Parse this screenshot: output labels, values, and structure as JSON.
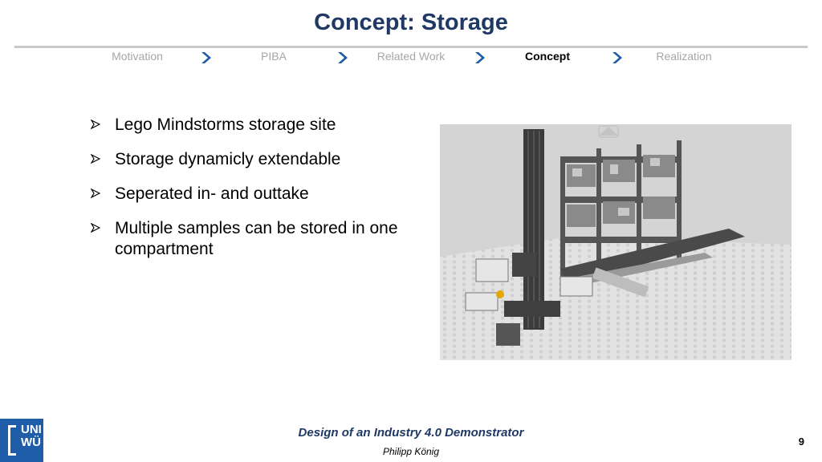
{
  "slide": {
    "title": "Concept: Storage",
    "nav": [
      {
        "label": "Motivation",
        "active": false
      },
      {
        "label": "PIBA",
        "active": false
      },
      {
        "label": "Related Work",
        "active": false
      },
      {
        "label": "Concept",
        "active": true
      },
      {
        "label": "Realization",
        "active": false
      }
    ],
    "bullets": [
      "Lego Mindstorms storage site",
      "Storage dynamicly extendable",
      "Seperated in- and outtake",
      "Multiple samples can be stored in one compartment"
    ],
    "footer": {
      "title": "Design of an Industry 4.0 Demonstrator",
      "author": "Philipp König",
      "page": "9"
    },
    "logo": {
      "text_line1": "UNI",
      "text_line2": "WÜ"
    }
  },
  "colors": {
    "title": "#1f3864",
    "nav_inactive": "#a6a6a6",
    "nav_arrow": "#1f5da8",
    "logo_bg": "#1f5da8"
  },
  "icons": {
    "nav_separator": "chevron-right-icon",
    "bullet": "arrowhead-bullet-icon"
  }
}
